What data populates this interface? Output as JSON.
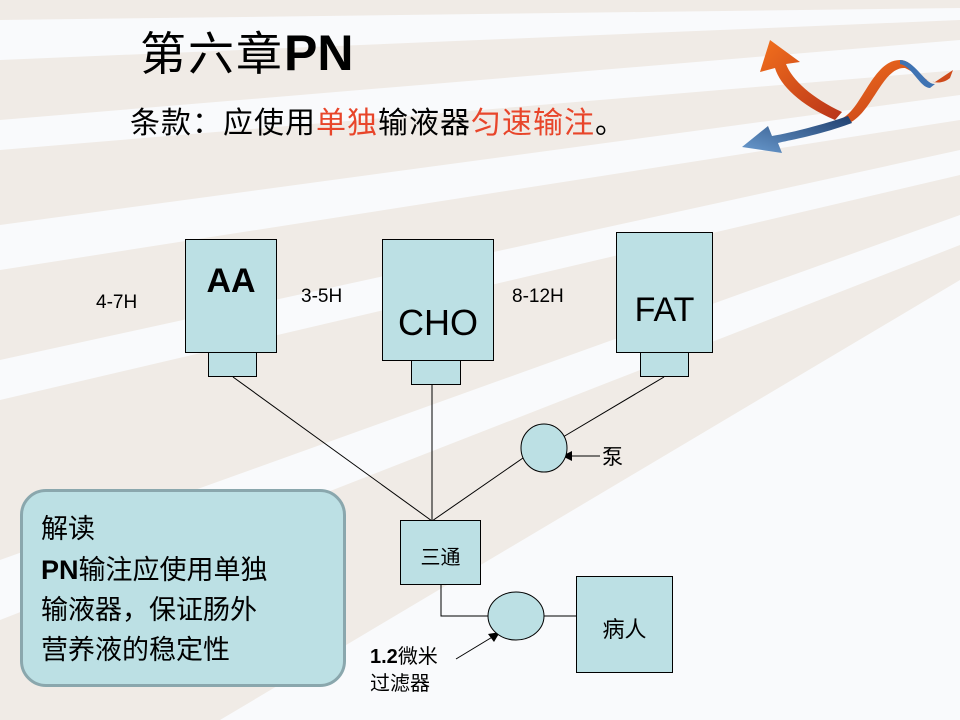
{
  "slide": {
    "title_cn": "第六章",
    "title_latin": "PN",
    "subtitle": {
      "prefix": "条款：应使用",
      "red1": "单独",
      "middle": "输液器",
      "red2": "匀速输注",
      "suffix": "。"
    },
    "colors": {
      "accent_red": "#e8452a",
      "box_fill": "#bce0e4",
      "note_border": "#8aa7ad",
      "stripe": "#f0ebe6",
      "background": "#f9fafc"
    }
  },
  "diagram": {
    "bags": [
      {
        "label": "AA",
        "duration": "4-7H"
      },
      {
        "label": "CHO",
        "duration": "3-5H"
      },
      {
        "label": "FAT",
        "duration": "8-12H"
      }
    ],
    "pump_label": "泵",
    "connector_label": "三通",
    "patient_label": "病人",
    "filter_label_line1_num": "1.2",
    "filter_label_line1_cn": "微米",
    "filter_label_line2": "过滤器"
  },
  "note": {
    "heading": "解读",
    "line1_latin": "PN",
    "line1_cn": "输注应使用单独",
    "line2": "输液器，保证肠外",
    "line3": "营养液的稳定性"
  }
}
